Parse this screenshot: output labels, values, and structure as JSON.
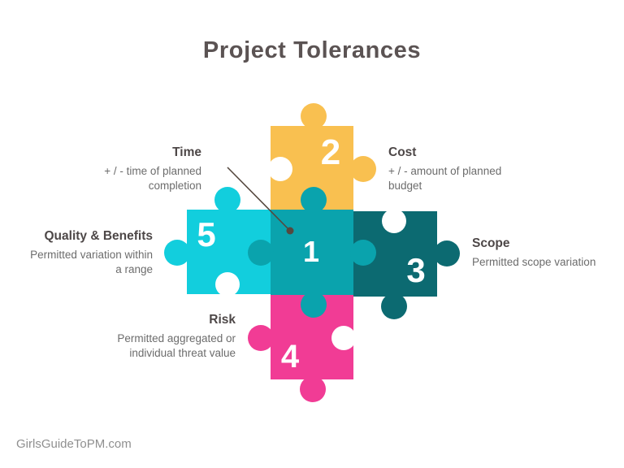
{
  "title": "Project Tolerances",
  "watermark": "GirlsGuideToPM.com",
  "colors": {
    "time_piece": "#0aa3ad",
    "cost_piece": "#f9c050",
    "scope_piece": "#0c6a71",
    "risk_piece": "#f13c95",
    "quality_piece": "#12cedd",
    "number_text": "#ffffff",
    "leader_line": "#55483f",
    "title_text": "#5b5353"
  },
  "pieces": [
    {
      "number": "1",
      "name": "Time"
    },
    {
      "number": "2",
      "name": "Cost"
    },
    {
      "number": "3",
      "name": "Scope"
    },
    {
      "number": "4",
      "name": "Risk"
    },
    {
      "number": "5",
      "name": "Quality & Benefits"
    }
  ],
  "labels": [
    {
      "heading": "Time",
      "lines": [
        "+ / - time of planned",
        "completion"
      ]
    },
    {
      "heading": "Cost",
      "lines": [
        "+ / - amount of planned",
        "budget"
      ]
    },
    {
      "heading": "Quality & Benefits",
      "lines": [
        "Permitted variation within",
        "a range"
      ]
    },
    {
      "heading": "Scope",
      "lines": [
        "Permitted scope variation"
      ]
    },
    {
      "heading": "Risk",
      "lines": [
        "Permitted aggregated or",
        "individual threat value"
      ]
    }
  ]
}
